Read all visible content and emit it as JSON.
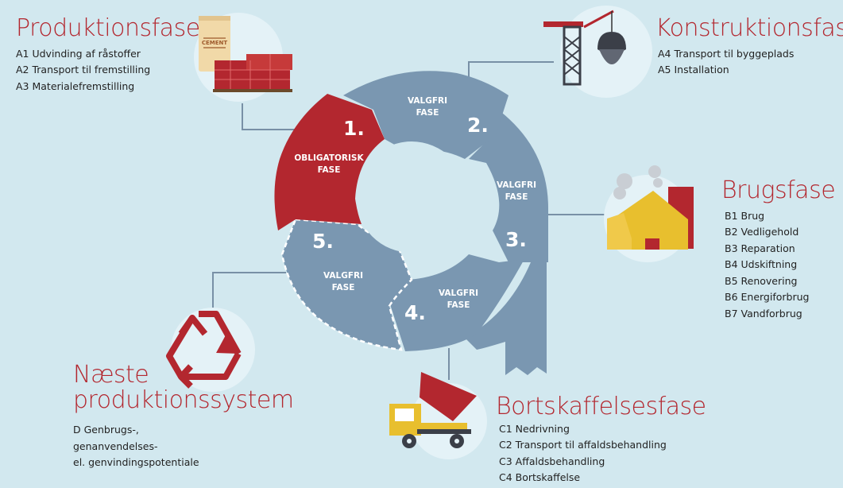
{
  "cycle": {
    "segments": [
      {
        "number": "1.",
        "label_lines": [
          "OBLIGATORISK",
          "FASE"
        ],
        "color": "#b3272f"
      },
      {
        "number": "2.",
        "label_lines": [
          "VALGFRI",
          "FASE"
        ],
        "color": "#7a97b1"
      },
      {
        "number": "3.",
        "label_lines": [
          "VALGFRI",
          "FASE"
        ],
        "color": "#7a97b1"
      },
      {
        "number": "4.",
        "label_lines": [
          "VALGFRI",
          "FASE"
        ],
        "color": "#7a97b1"
      },
      {
        "number": "5.",
        "label_lines": [
          "VALGFRI",
          "FASE"
        ],
        "color": "#7a97b1"
      }
    ]
  },
  "phases": {
    "produktion": {
      "title": "Produktionsfase",
      "items": [
        "A1 Udvinding af råstoffer",
        "A2 Transport til fremstilling",
        "A3 Materialefremstilling"
      ],
      "icon": "cement-bricks-icon",
      "icon_text": "CEMENT"
    },
    "konstruktion": {
      "title": "Konstruktionsfase",
      "items": [
        "A4 Transport til byggeplads",
        "A5 Installation"
      ],
      "icon": "crane-icon"
    },
    "brug": {
      "title": "Brugsfase",
      "items": [
        "B1 Brug",
        "B2 Vedligehold",
        "B3 Reparation",
        "B4 Udskiftning",
        "B5 Renovering",
        "B6 Energiforbrug",
        "B7 Vandforbrug"
      ],
      "icon": "house-icon"
    },
    "bortskaffelse": {
      "title": "Bortskaffelsesfase",
      "items": [
        "C1 Nedrivning",
        "C2 Transport til affaldsbehandling",
        "C3 Affaldsbehandling",
        "C4 Bortskaffelse"
      ],
      "icon": "dump-truck-icon"
    },
    "naeste": {
      "title_lines": [
        "Næste",
        "produktionssystem"
      ],
      "items": [
        "D Genbrugs-,",
        "genanvendelses-",
        "el. genvindingspotentiale"
      ],
      "icon": "recycle-icon"
    }
  },
  "colors": {
    "background": "#d2e8ef",
    "accent_red": "#b3272f",
    "segment_blue": "#7a97b1",
    "icon_circle": "#e4f2f7",
    "connector": "#7890a6",
    "yellow": "#e8bf2e"
  }
}
